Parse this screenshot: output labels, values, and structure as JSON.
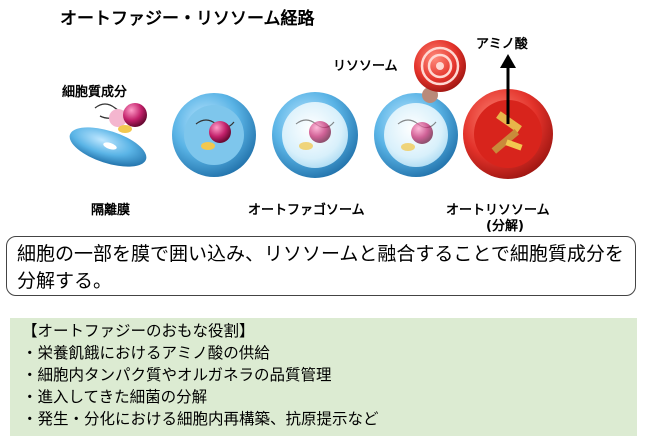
{
  "diagram": {
    "title": "オートファジー・リソソーム経路",
    "labels": {
      "cell_components": "細胞質成分",
      "isolation_membrane": "隔離膜",
      "autophagosome": "オートファゴソーム",
      "lysosome": "リソソーム",
      "autolysosome": "オートリソソーム",
      "autolysosome_sub": "(分解)",
      "amino_acid": "アミノ酸"
    },
    "colors": {
      "membrane": "#3aa0d6",
      "lysosome_red": "#e3322a",
      "cargo_magenta": "#b0185c",
      "cargo_yellow": "#f2c84f",
      "arrow": "#000000"
    }
  },
  "summary": {
    "text": "細胞の一部を膜で囲い込み、リソソームと融合することで細胞質成分を分解する。"
  },
  "roles": {
    "heading": "【オートファジーのおもな役割】",
    "items": [
      "・栄養飢餓におけるアミノ酸の供給",
      "・細胞内タンパク質やオルガネラの品質管理",
      "・進入してきた細菌の分解",
      "・発生・分化における細胞内再構築、抗原提示など"
    ]
  }
}
